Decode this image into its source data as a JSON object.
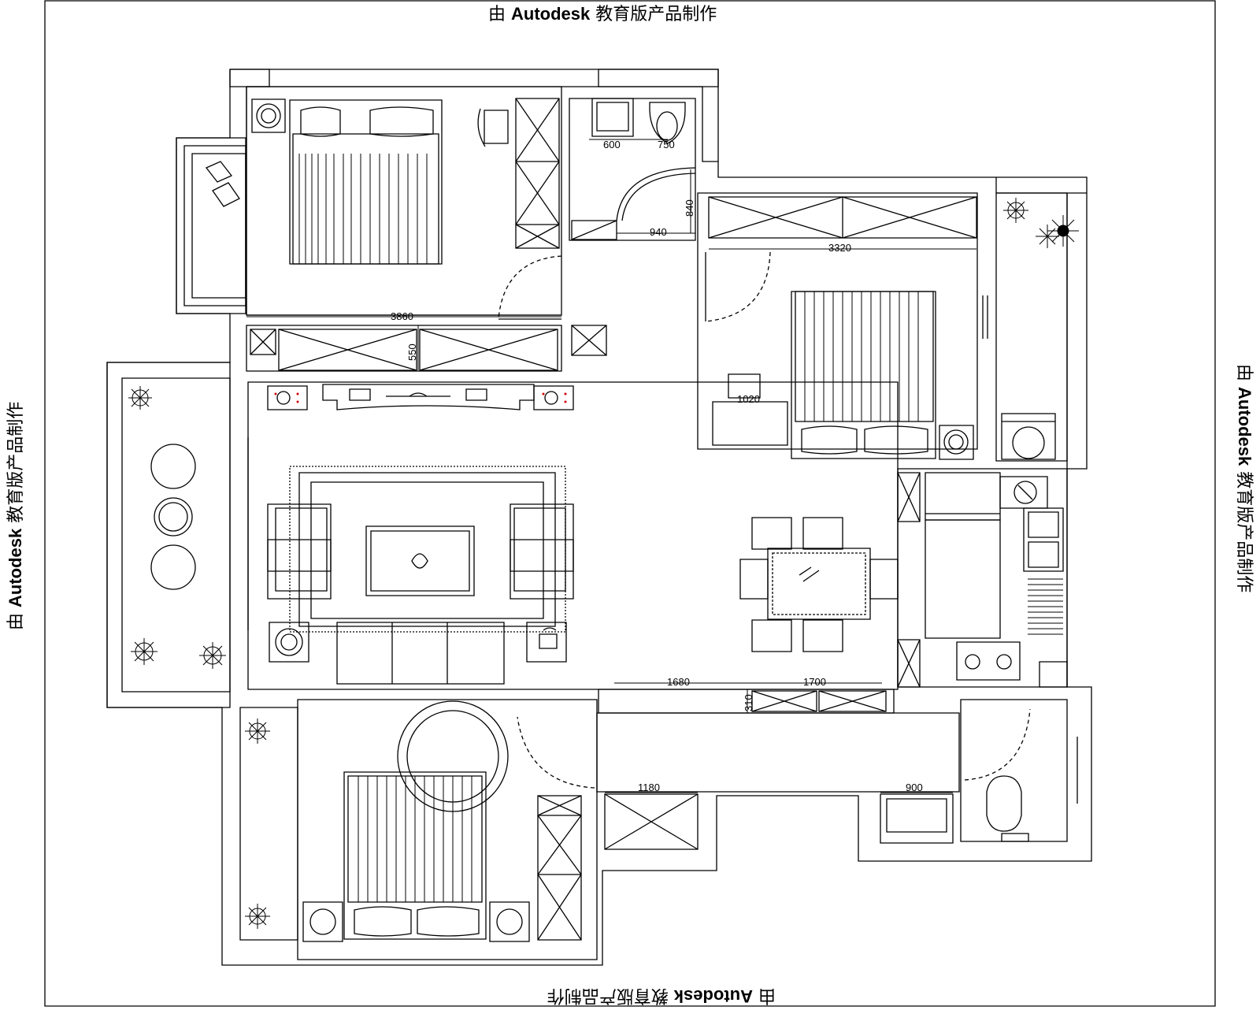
{
  "watermark": {
    "prefix": "由",
    "brand": "Autodesk",
    "suffix": "教育版产品制作"
  },
  "dimensions": {
    "d600": "600",
    "d750": "750",
    "d840": "840",
    "d940": "940",
    "d3320": "3320",
    "d3860": "3860",
    "d550": "550",
    "d1020": "1020",
    "d1680": "1680",
    "d1700": "1700",
    "d310": "310",
    "d1180": "1180",
    "d900": "900"
  },
  "colors": {
    "line": "#000000",
    "background": "#ffffff",
    "accent": "#d00000"
  },
  "icons": [
    "bed-icon",
    "lamp-icon",
    "wardrobe-icon",
    "sofa-icon",
    "armchair-icon",
    "coffee-table-icon",
    "dining-table-icon",
    "plant-icon",
    "toilet-icon",
    "washbasin-icon",
    "stove-icon",
    "sink-icon",
    "washing-machine-icon",
    "telephone-icon",
    "round-rug-icon",
    "desk-chair-icon"
  ]
}
